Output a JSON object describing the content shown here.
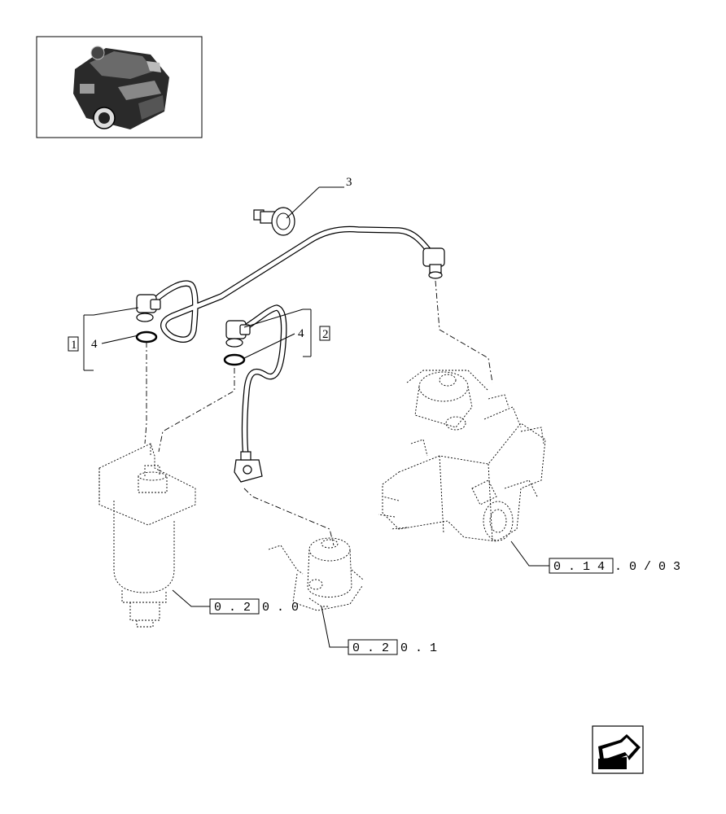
{
  "callouts": {
    "item_3": "3",
    "item_4_left": "4",
    "item_4_right": "4",
    "group_1": "1",
    "group_2": "2"
  },
  "refs": {
    "pump": {
      "boxed": "0 . 1 4",
      "rest": ". 0 / 0 3"
    },
    "filter": {
      "boxed": "0 . 2",
      "rest": "0 . 0"
    },
    "lift_pump": {
      "boxed": "0 . 2",
      "rest": "0 . 1"
    }
  },
  "icons": {
    "thumbnail": "engine-thumbnail-icon",
    "nav": "previous-page-arrow-icon"
  }
}
